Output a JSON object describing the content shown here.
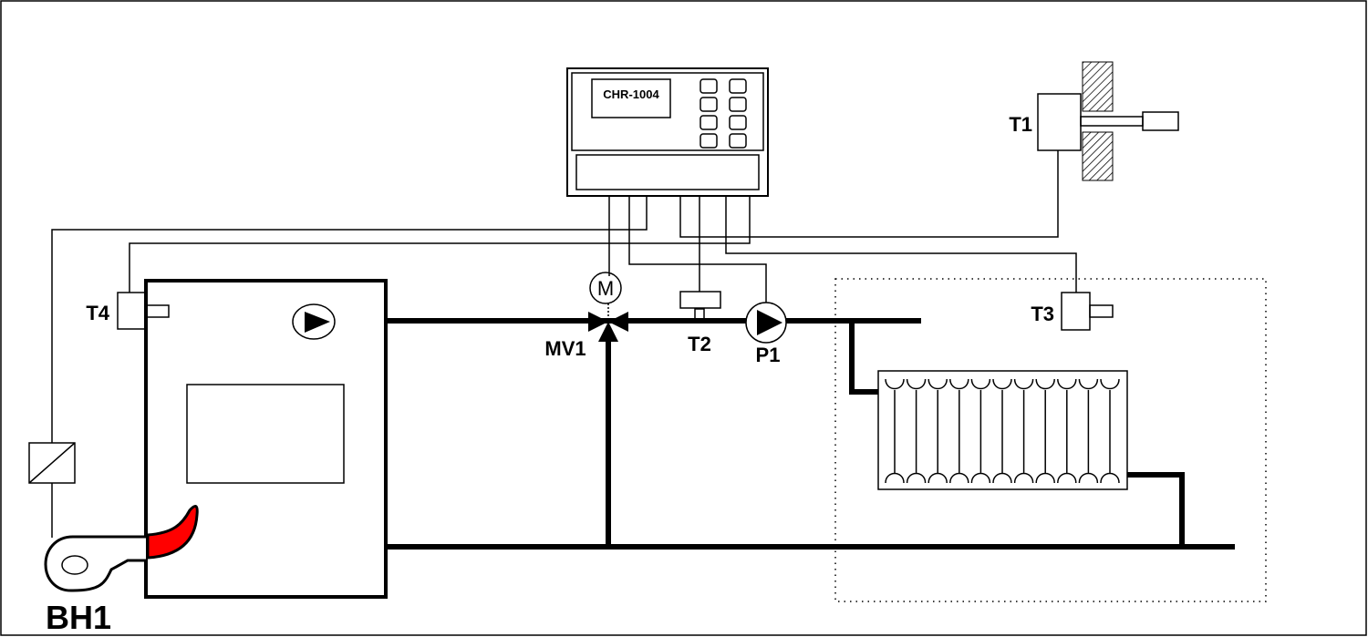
{
  "controller": {
    "model": "CHR-1004"
  },
  "labels": {
    "t1": "T1",
    "t2": "T2",
    "t3": "T3",
    "t4": "T4",
    "mv1": "MV1",
    "p1": "P1",
    "bh1": "BH1",
    "motor": "M"
  },
  "colors": {
    "flame": "#ff0000",
    "line": "#000000"
  }
}
